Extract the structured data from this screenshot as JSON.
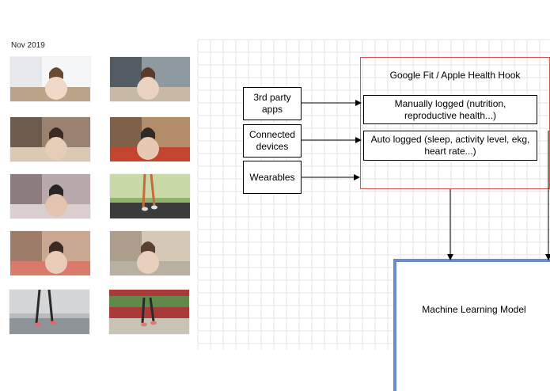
{
  "date_label": "Nov 2019",
  "thumbnails": [
    {
      "scene": "woman-laptop-kitchen"
    },
    {
      "scene": "woman-laughing-desk"
    },
    {
      "scene": "woman-bookshelf-table"
    },
    {
      "scene": "friends-talking-table"
    },
    {
      "scene": "woman-lying-bed-phone"
    },
    {
      "scene": "treadmill-feet"
    },
    {
      "scene": "woman-notebook-room"
    },
    {
      "scene": "woman-headache"
    },
    {
      "scene": "jogger-legs-road"
    },
    {
      "scene": "runner-legs-track"
    }
  ],
  "diagram": {
    "sources": [
      "3rd party\napps",
      "Connected\ndevices",
      "Wearables"
    ],
    "hook_title": "Google Fit / Apple Health Hook",
    "manual_box": "Manually logged (nutrition,\nreproductive health...)",
    "auto_box": "Auto logged (sleep, activity level, ekg,\nheart rate...)",
    "model_label": "Machine Learning Model",
    "colors": {
      "hook_border": "#d9534f",
      "model_border": "#6a8cc7",
      "grid": "#e6e6e6",
      "arrow": "#000000"
    }
  }
}
